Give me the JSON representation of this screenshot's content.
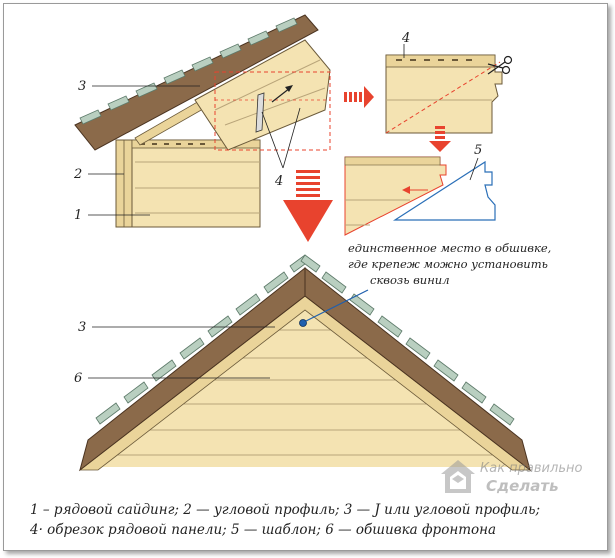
{
  "labels": {
    "l1": "1",
    "l2": "2",
    "l3_top": "3",
    "l4_top": "4",
    "l4_mid": "4",
    "l5": "5",
    "l3_bottom": "3",
    "l6": "6"
  },
  "note": {
    "line1": "единственное место в обшивке,",
    "line2": "где крепеж можно установить",
    "line3": "сквозь винил"
  },
  "caption": {
    "line1": "1 – рядовой сайдинг; 2 — угловой профиль; 3 — J или угловой профиль;",
    "line2": "4· обрезок рядовой панели; 5 — шаблон; 6 — обшивка фронтона"
  },
  "watermark": {
    "line1": "Как правильно",
    "line2": "Сделать"
  },
  "colors": {
    "siding": "#f4e3b2",
    "roof": "#8b6a4a",
    "shingle": "#b9cfc0",
    "red": "#e8432e",
    "blue": "#2a6fb8",
    "note_dot": "#1f5fae"
  }
}
